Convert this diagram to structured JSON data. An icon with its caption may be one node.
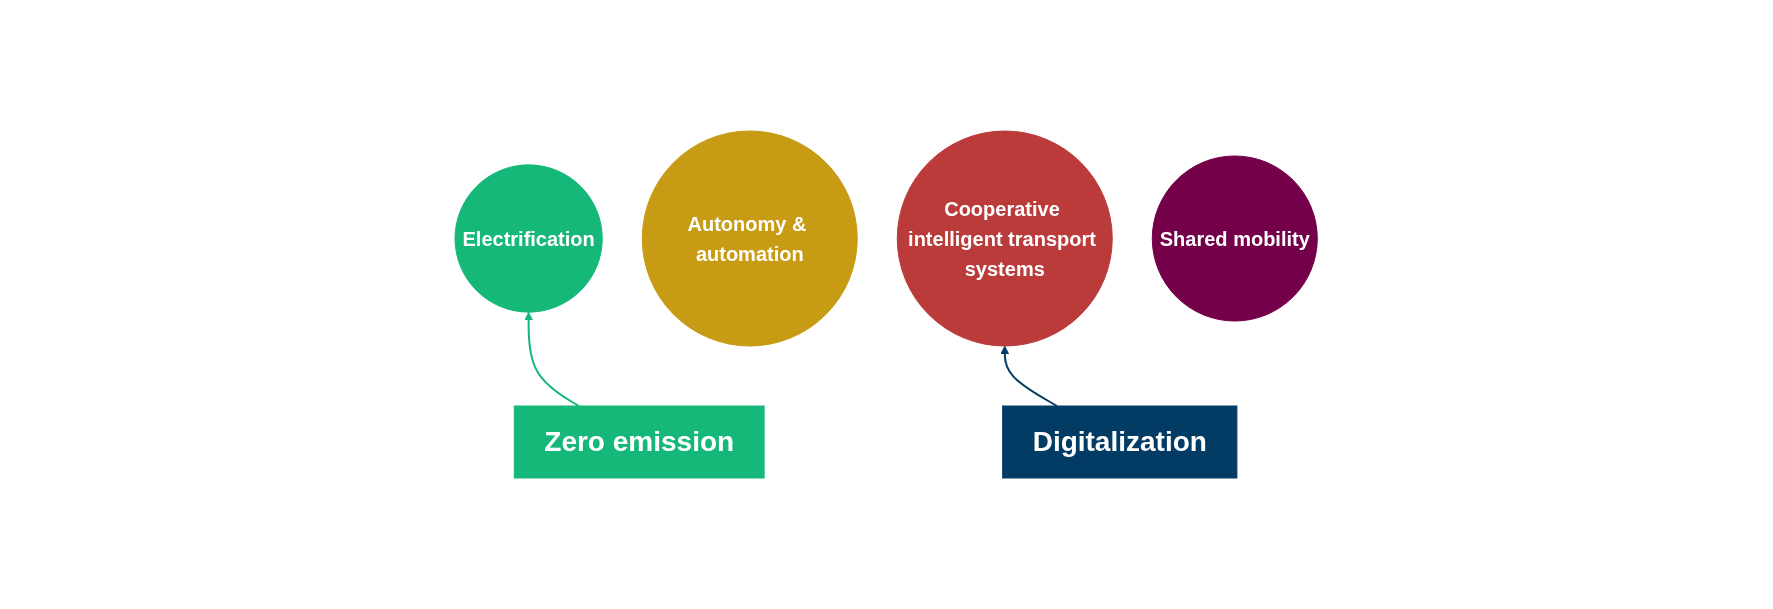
{
  "diagram": {
    "nodes": [
      {
        "text": [
          "Electrification"
        ]
      },
      {
        "text": [
          "Autonomy & automation"
        ]
      },
      {
        "text": [
          "Cooperative intelligent transport systems"
        ]
      },
      {
        "text": [
          "Shared mobility"
        ]
      },
      {
        "text": [
          "Zero emission"
        ]
      },
      {
        "text": [
          "Digitalization"
        ]
      }
    ],
    "edges": [
      {
        "from": 4,
        "to": 0,
        "arrow": "to",
        "color": "#16b87a"
      },
      {
        "from": 5,
        "to": 2,
        "arrow": "to",
        "color": "#023c64"
      }
    ]
  }
}
